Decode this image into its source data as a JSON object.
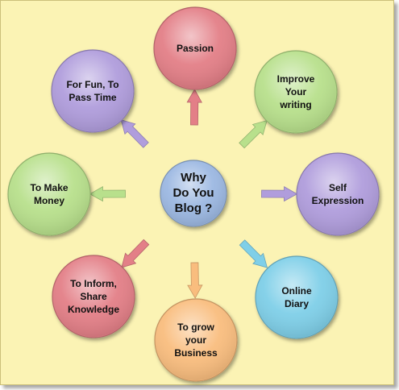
{
  "hub": {
    "lines": [
      "Why",
      "Do You",
      "Blog ?"
    ],
    "color": "#9cb8e2"
  },
  "nodes": [
    {
      "id": "passion",
      "lines": [
        "Passion"
      ],
      "color": "#e37f87"
    },
    {
      "id": "improve-your-writing",
      "lines": [
        "Improve",
        "Your",
        "writing"
      ],
      "color": "#b8e08c"
    },
    {
      "id": "self-expression",
      "lines": [
        "Self",
        "Expression"
      ],
      "color": "#b09ddc"
    },
    {
      "id": "online-diary",
      "lines": [
        "Online",
        "Diary"
      ],
      "color": "#7fcfe8"
    },
    {
      "id": "to-grow-your-business",
      "lines": [
        "To grow",
        "your",
        "Business"
      ],
      "color": "#f9bd7e"
    },
    {
      "id": "to-inform-share-knowledge",
      "lines": [
        "To Inform,",
        "Share",
        "Knowledge"
      ],
      "color": "#e37f87"
    },
    {
      "id": "to-make-money",
      "lines": [
        "To Make",
        "Money"
      ],
      "color": "#b8e08c"
    },
    {
      "id": "for-fun-to-pass-time",
      "lines": [
        "For Fun, To",
        "Pass Time"
      ],
      "color": "#b09ddc"
    }
  ],
  "arrows": [
    {
      "target": "passion",
      "color": "#e37f87"
    },
    {
      "target": "improve-your-writing",
      "color": "#b8e08c"
    },
    {
      "target": "self-expression",
      "color": "#b09ddc"
    },
    {
      "target": "online-diary",
      "color": "#7fcfe8"
    },
    {
      "target": "to-grow-your-business",
      "color": "#f9bd7e"
    },
    {
      "target": "to-inform-share-knowledge",
      "color": "#e37f87"
    },
    {
      "target": "to-make-money",
      "color": "#b8e08c"
    },
    {
      "target": "for-fun-to-pass-time",
      "color": "#b09ddc"
    }
  ],
  "background": "#fbf3b4"
}
